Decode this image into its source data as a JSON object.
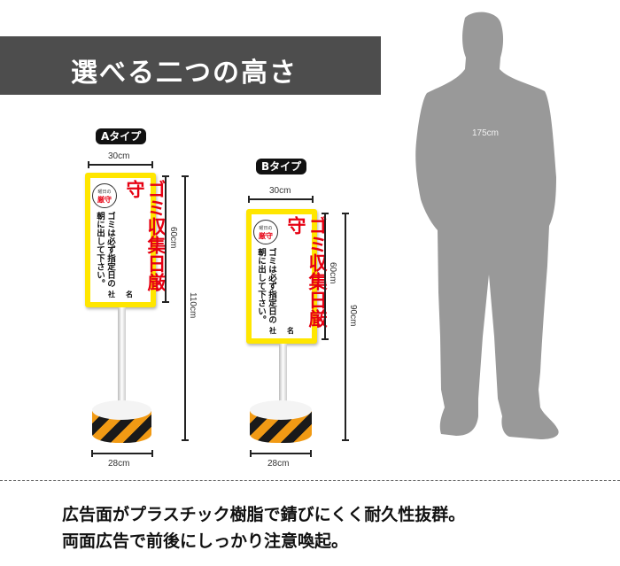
{
  "header": {
    "title": "選べる二つの高さ"
  },
  "type_a": {
    "label": "Aタイプ",
    "width_label": "30cm",
    "sign_height_label": "60cm",
    "total_height_label": "110cm",
    "base_width_label": "28cm"
  },
  "type_b": {
    "label": "Bタイプ",
    "width_label": "30cm",
    "sign_height_label": "60cm",
    "total_height_label": "90cm",
    "base_width_label": "28cm"
  },
  "sign": {
    "main_text": "ゴミ収集日厳守",
    "sub_text": "ゴミは必ず指定日の朝に出して下さい。",
    "company_text": "社名",
    "badge_top": "曜日の",
    "badge_bottom": "厳守"
  },
  "human": {
    "height_label": "175cm"
  },
  "footer": {
    "line1": "広告面がプラスチック樹脂で錆びにくく耐久性抜群。",
    "line2": "両面広告で前後にしっかり注意喚起。"
  },
  "colors": {
    "banner": "#4d4d4d",
    "sign_yellow": "#ffe600",
    "sign_red": "#e60012",
    "stripe_orange": "#f19a14",
    "silhouette": "#999999"
  }
}
